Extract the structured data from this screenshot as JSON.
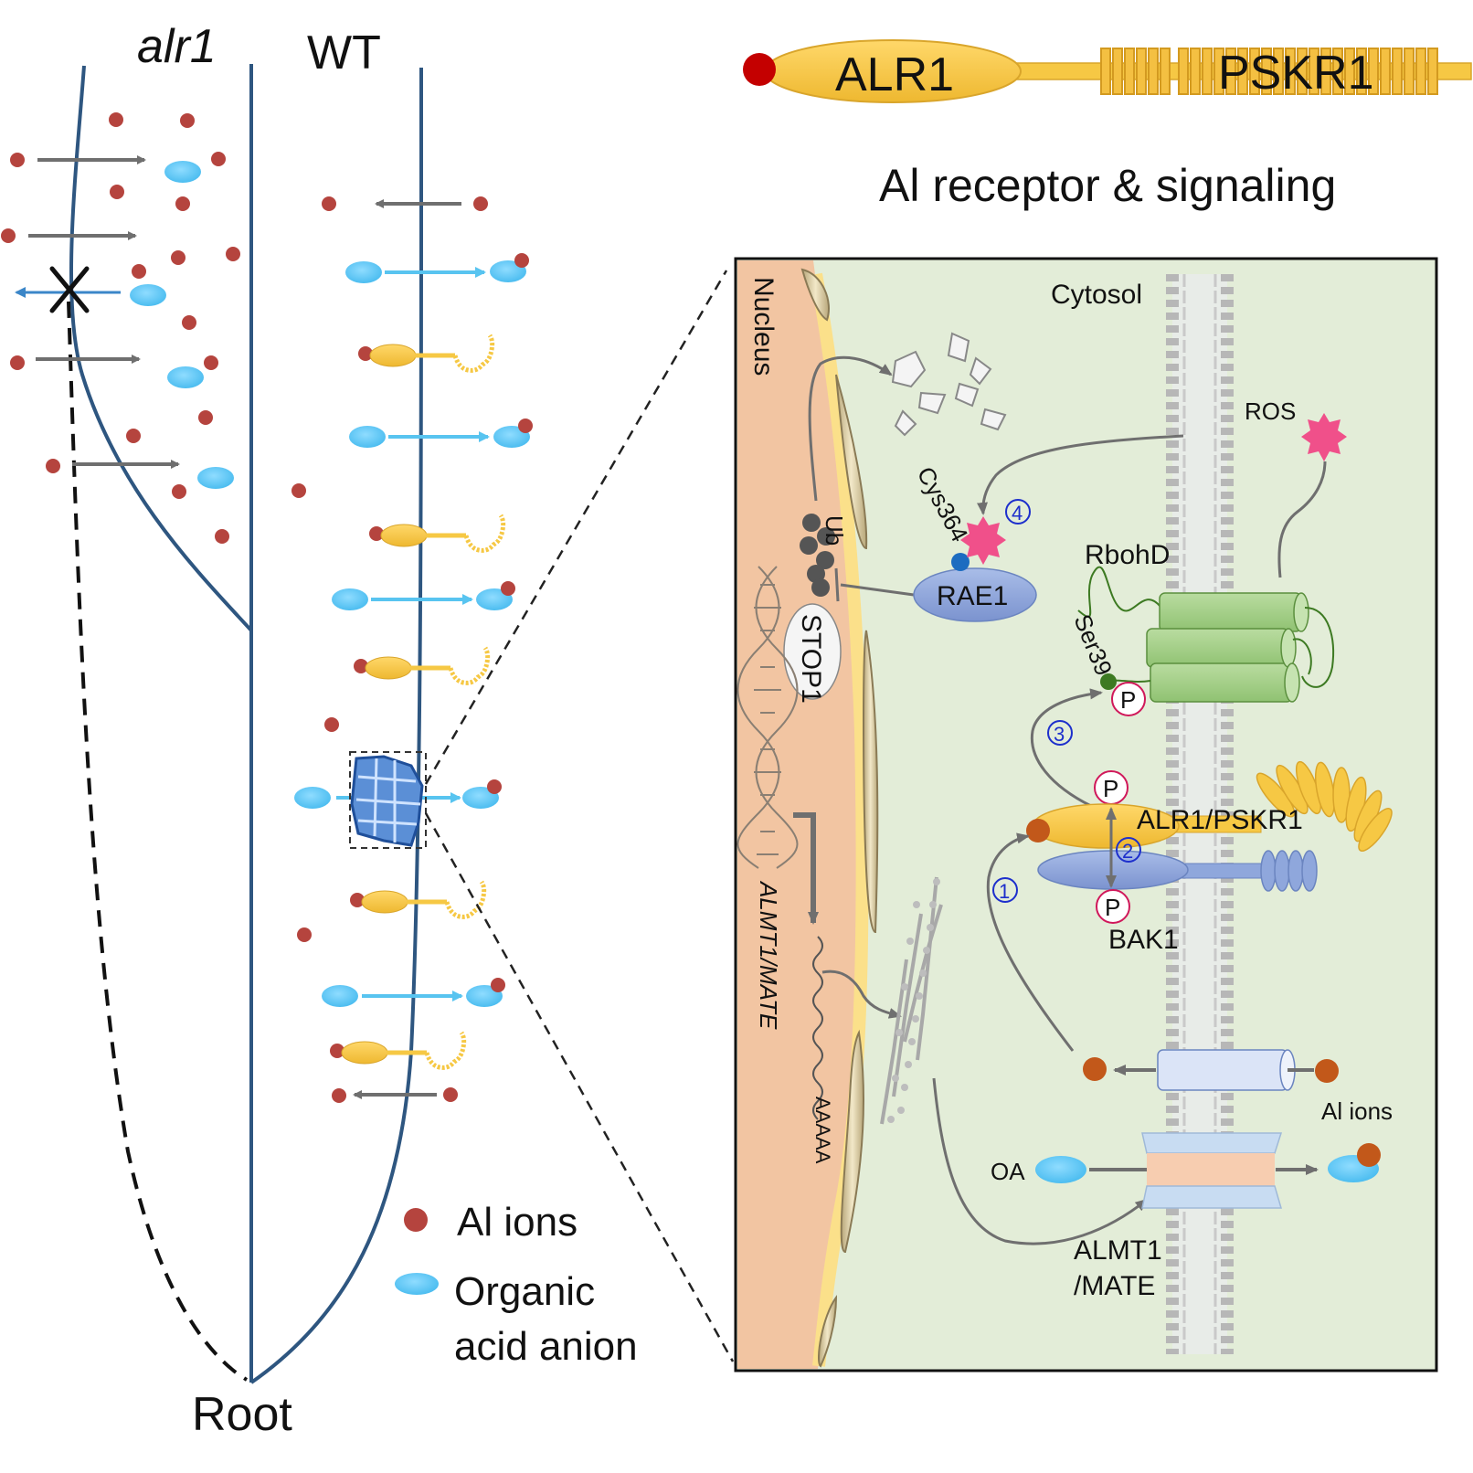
{
  "left": {
    "alr1_label": "alr1",
    "wt_label": "WT",
    "root_label": "Root",
    "legend": {
      "al_ions": "Al ions",
      "organic_line1": "Organic",
      "organic_line2": "acid anion"
    }
  },
  "protein_bar": {
    "alr1": "ALR1",
    "pskr1": "PSKR1"
  },
  "heading": "Al receptor & signaling",
  "panel": {
    "nucleus": "Nucleus",
    "cytosol": "Cytosol",
    "ros": "ROS",
    "cys364": "Cys364",
    "step4": "4",
    "ub": "Ub",
    "rae1": "RAE1",
    "stop1": "STOP1",
    "rbohd": "RbohD",
    "ser39": "Ser39",
    "p": "P",
    "step3": "3",
    "alr1_pskr1": "ALR1/PSKR1",
    "step2": "2",
    "step1": "1",
    "bak1": "BAK1",
    "almt1_mate_gene": "ALMT1/MATE",
    "polya": "AAAAA",
    "al_ions": "Al ions",
    "oa": "OA",
    "almt1_line1": "ALMT1",
    "almt1_line2": "/MATE"
  },
  "colors": {
    "al_ion": "#b5443e",
    "al_ion_panel": "#c2581a",
    "organic_anion": "#5bc8f5",
    "root_line": "#2e5680",
    "receptor_yellow": "#f6c844",
    "bak1_blue": "#8fa7dc",
    "rbohd_green": "#a4d08a",
    "ros_pink": "#f0508a",
    "panel_bg": "#e3edd8",
    "nucleus_bg": "#f2c5a2",
    "step_blue": "#1d2fcc"
  }
}
